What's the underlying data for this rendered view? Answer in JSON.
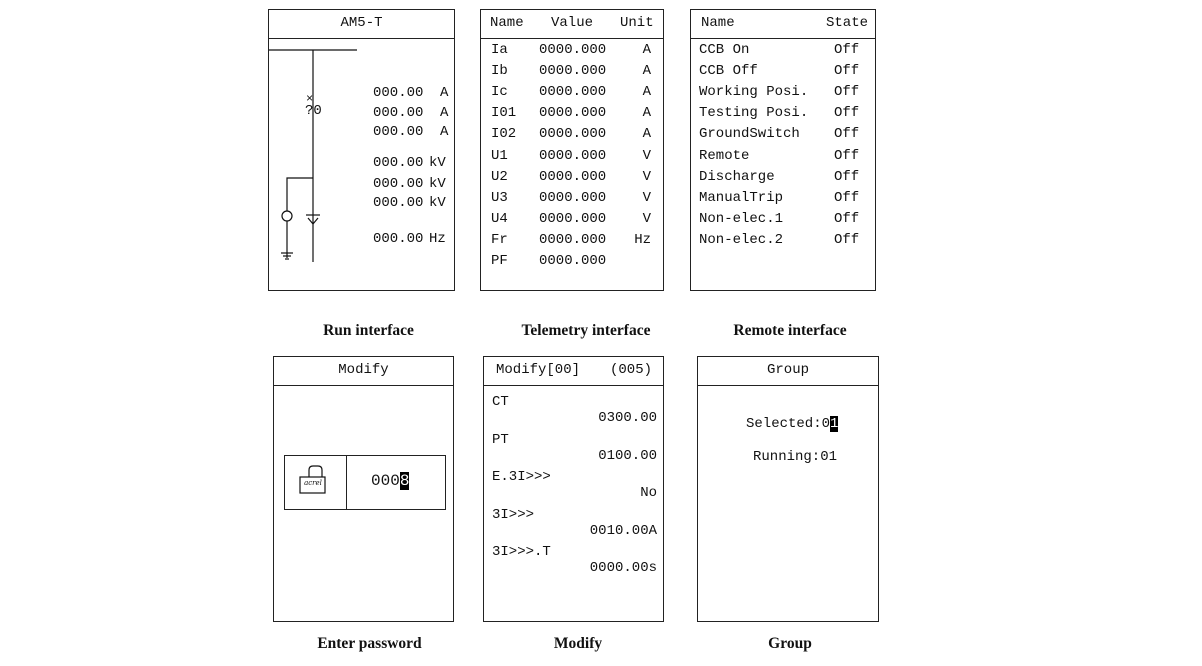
{
  "run": {
    "title": "AM5-T",
    "switch_label": "?0",
    "switch_mark": "×",
    "current_value": "000.00",
    "current_unit": "A",
    "voltage_value": "000.00",
    "voltage_unit": "kV",
    "freq_value": "000.00",
    "freq_unit": "Hz",
    "caption": "Run interface"
  },
  "telemetry": {
    "headers": {
      "name": "Name",
      "value": "Value",
      "unit": "Unit"
    },
    "rows": [
      {
        "name": "Ia",
        "value": "0000.000",
        "unit": "A"
      },
      {
        "name": "Ib",
        "value": "0000.000",
        "unit": "A"
      },
      {
        "name": "Ic",
        "value": "0000.000",
        "unit": "A"
      },
      {
        "name": "I01",
        "value": "0000.000",
        "unit": "A"
      },
      {
        "name": "I02",
        "value": "0000.000",
        "unit": "A"
      },
      {
        "name": "U1",
        "value": "0000.000",
        "unit": "V"
      },
      {
        "name": "U2",
        "value": "0000.000",
        "unit": "V"
      },
      {
        "name": "U3",
        "value": "0000.000",
        "unit": "V"
      },
      {
        "name": "U4",
        "value": "0000.000",
        "unit": "V"
      },
      {
        "name": "Fr",
        "value": "0000.000",
        "unit": "Hz"
      },
      {
        "name": "PF",
        "value": "0000.000",
        "unit": ""
      }
    ],
    "caption": "Telemetry interface"
  },
  "remote": {
    "headers": {
      "name": "Name",
      "state": "State"
    },
    "rows": [
      {
        "name": "CCB On",
        "state": "Off"
      },
      {
        "name": "CCB Off",
        "state": "Off"
      },
      {
        "name": "Working Posi.",
        "state": "Off"
      },
      {
        "name": "Testing Posi.",
        "state": "Off"
      },
      {
        "name": "GroundSwitch",
        "state": "Off"
      },
      {
        "name": "Remote",
        "state": "Off"
      },
      {
        "name": "Discharge",
        "state": "Off"
      },
      {
        "name": "ManualTrip",
        "state": "Off"
      },
      {
        "name": "Non-elec.1",
        "state": "Off"
      },
      {
        "name": "Non-elec.2",
        "state": "Off"
      }
    ],
    "caption": "Remote interface"
  },
  "password": {
    "title": "Modify",
    "logo_text": "acrel",
    "value_prefix": "000",
    "value_cursor": "8",
    "caption": "Enter password"
  },
  "modify": {
    "title": "Modify[00]",
    "index": "(005)",
    "params": [
      {
        "label": "CT",
        "value": "0300.00"
      },
      {
        "label": "PT",
        "value": "0100.00"
      },
      {
        "label": "E.3I>>>",
        "value": "No"
      },
      {
        "label": "3I>>>",
        "value": "0010.00A"
      },
      {
        "label": "3I>>>.T",
        "value": "0000.00s"
      }
    ],
    "caption": "Modify"
  },
  "group": {
    "title": "Group",
    "selected_label": "Selected:",
    "selected_prefix": "0",
    "selected_cursor": "1",
    "running": "Running:01",
    "caption": "Group"
  }
}
